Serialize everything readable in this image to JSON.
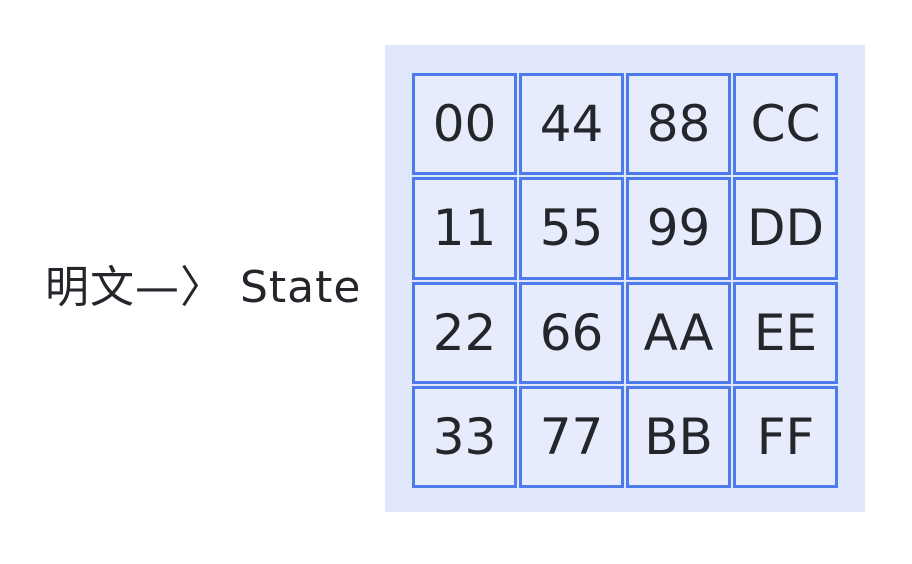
{
  "label": {
    "text": "明文—〉 State"
  },
  "state_panel": {
    "grid": {
      "rows": [
        [
          "00",
          "44",
          "88",
          "CC"
        ],
        [
          "11",
          "55",
          "99",
          "DD"
        ],
        [
          "22",
          "66",
          "AA",
          "EE"
        ],
        [
          "33",
          "77",
          "BB",
          "FF"
        ]
      ]
    }
  },
  "colors": {
    "page_bg": "#ffffff",
    "panel_bg": "#e1e7fa",
    "cell_bg": "#e7ecfd",
    "border_color": "#4e7bec",
    "text_color": "#24262b"
  }
}
